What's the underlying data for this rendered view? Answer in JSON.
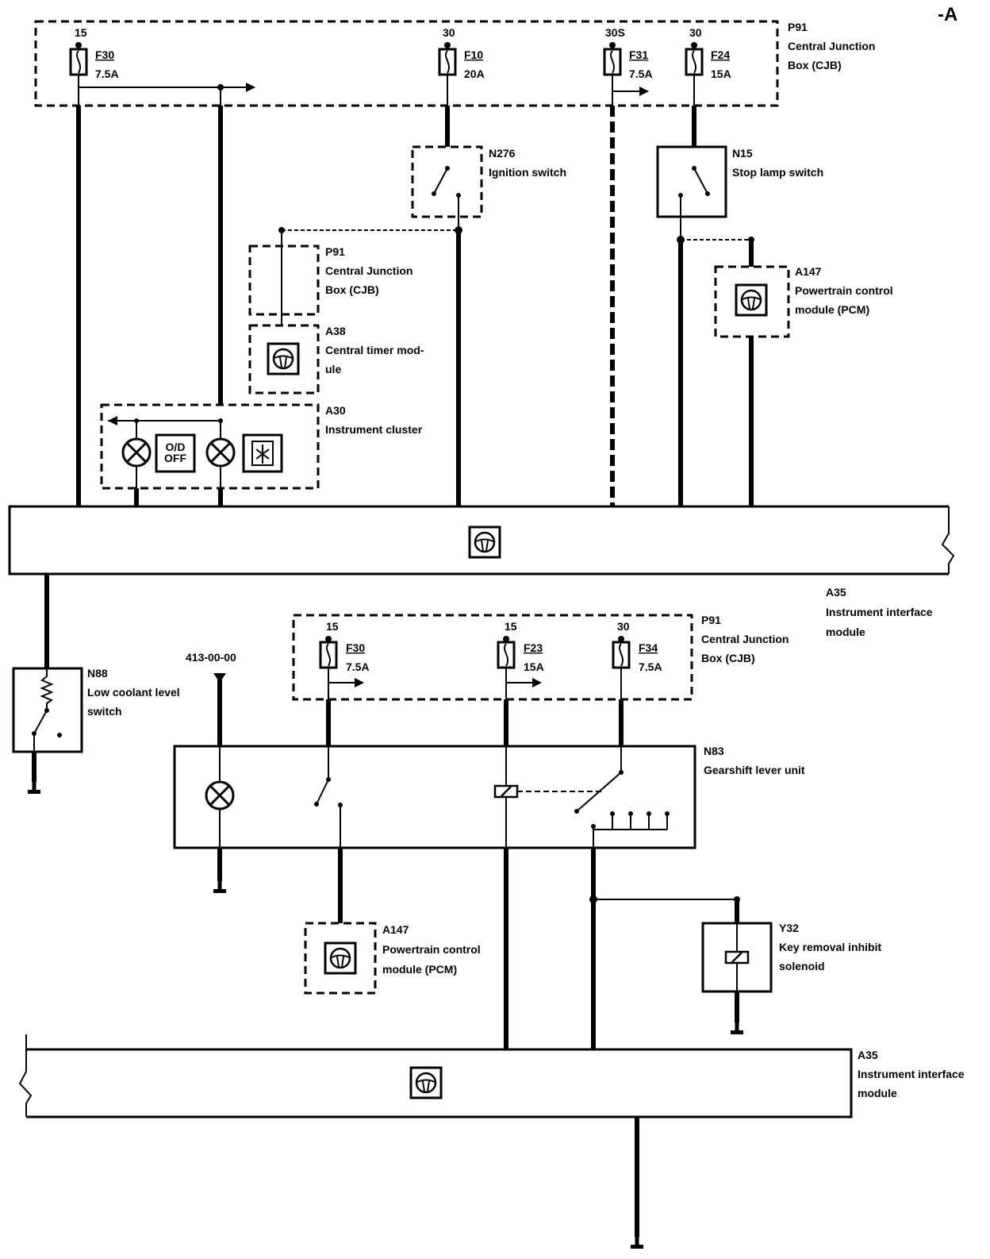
{
  "page_marker": "-A",
  "top": {
    "cjb": {
      "id": "P91",
      "line1": "Central Junction",
      "line2": "Box (CJB)"
    },
    "fuses": [
      {
        "pin": "15",
        "id": "F30",
        "rating": "7.5A"
      },
      {
        "pin": "30",
        "id": "F10",
        "rating": "20A"
      },
      {
        "pin": "30S",
        "id": "F31",
        "rating": "7.5A"
      },
      {
        "pin": "30",
        "id": "F24",
        "rating": "15A"
      }
    ],
    "ignition_switch": {
      "id": "N276",
      "name": "Ignition switch"
    },
    "stop_lamp_switch": {
      "id": "N15",
      "name": "Stop lamp switch"
    },
    "cjb_small": {
      "id": "P91",
      "line1": "Central Junction",
      "line2": "Box (CJB)"
    },
    "timer": {
      "id": "A38",
      "line1": "Central timer mod-",
      "line2": "ule"
    },
    "pcm": {
      "id": "A147",
      "line1": "Powertrain control",
      "line2": "module (PCM)"
    },
    "cluster": {
      "id": "A30",
      "name": "Instrument cluster",
      "od_line1": "O/D",
      "od_line2": "OFF"
    },
    "iim": {
      "id": "A35",
      "line1": "Instrument interface",
      "line2": "module"
    }
  },
  "bottom": {
    "coolant_switch": {
      "id": "N88",
      "line1": "Low coolant level",
      "line2": "switch"
    },
    "reference": "413-00-00",
    "cjb": {
      "id": "P91",
      "line1": "Central Junction",
      "line2": "Box (CJB)"
    },
    "fuses": [
      {
        "pin": "15",
        "id": "F30",
        "rating": "7.5A"
      },
      {
        "pin": "15",
        "id": "F23",
        "rating": "15A"
      },
      {
        "pin": "30",
        "id": "F34",
        "rating": "7.5A"
      }
    ],
    "gearshift": {
      "id": "N83",
      "name": "Gearshift lever unit"
    },
    "pcm": {
      "id": "A147",
      "line1": "Powertrain control",
      "line2": "module (PCM)"
    },
    "solenoid": {
      "id": "Y32",
      "line1": "Key removal inhibit",
      "line2": "solenoid"
    },
    "iim": {
      "id": "A35",
      "line1": "Instrument interface",
      "line2": "module"
    }
  }
}
